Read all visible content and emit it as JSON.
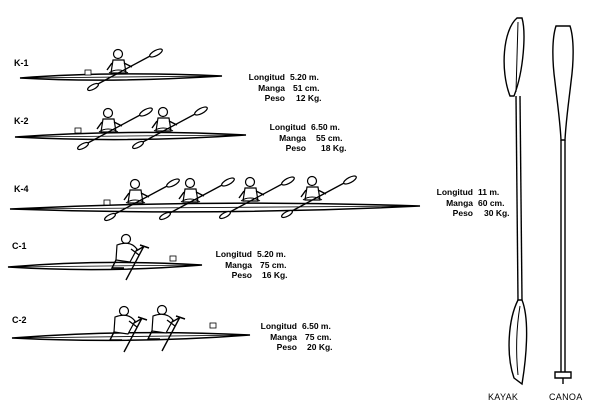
{
  "boats": [
    {
      "id": "K-1",
      "specs": {
        "longitud": "5.20 m.",
        "manga": "51 cm.",
        "peso": "12 Kg."
      }
    },
    {
      "id": "K-2",
      "specs": {
        "longitud": "6.50 m.",
        "manga": "55 cm.",
        "peso": "18 Kg."
      }
    },
    {
      "id": "K-4",
      "specs": {
        "longitud": "11 m.",
        "manga": "60 cm.",
        "peso": "30 Kg."
      }
    },
    {
      "id": "C-1",
      "specs": {
        "longitud": "5.20 m.",
        "manga": "75 cm.",
        "peso": "16 Kg."
      }
    },
    {
      "id": "C-2",
      "specs": {
        "longitud": "6.50 m.",
        "manga": "75 cm.",
        "peso": "20 Kg."
      }
    }
  ],
  "spec_labels": {
    "longitud": "Longitud",
    "manga": "Manga",
    "peso": "Peso"
  },
  "paddles": {
    "kayak": "KAYAK",
    "canoe": "CANOA"
  }
}
